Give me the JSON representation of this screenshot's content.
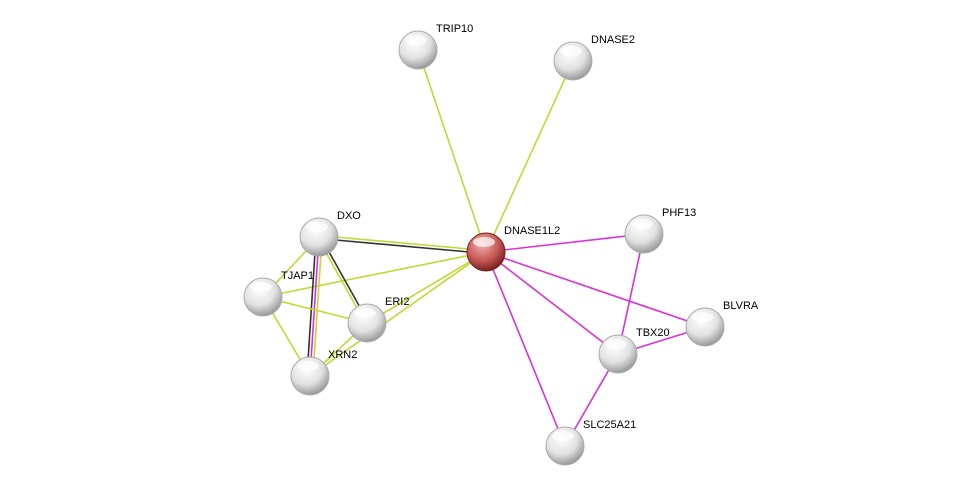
{
  "colors": {
    "textmining": "#c2d831",
    "coexpression": "#333333",
    "experiments": "#d930d9",
    "query_node": "#c0504d",
    "node": "#d8d8d8"
  },
  "nodes": [
    {
      "id": "DNASE1L2",
      "label": "DNASE1L2",
      "query": true
    },
    {
      "id": "TRIP10",
      "label": "TRIP10"
    },
    {
      "id": "DNASE2",
      "label": "DNASE2"
    },
    {
      "id": "DXO",
      "label": "DXO"
    },
    {
      "id": "PHF13",
      "label": "PHF13"
    },
    {
      "id": "TJAP1",
      "label": "TJAP1"
    },
    {
      "id": "ERI2",
      "label": "ERI2"
    },
    {
      "id": "BLVRA",
      "label": "BLVRA"
    },
    {
      "id": "TBX20",
      "label": "TBX20"
    },
    {
      "id": "XRN2",
      "label": "XRN2"
    },
    {
      "id": "SLC25A21",
      "label": "SLC25A21"
    }
  ],
  "edges": [
    {
      "source": "DNASE1L2",
      "target": "TRIP10",
      "types": [
        "textmining"
      ]
    },
    {
      "source": "DNASE1L2",
      "target": "DNASE2",
      "types": [
        "textmining"
      ]
    },
    {
      "source": "DNASE1L2",
      "target": "DXO",
      "types": [
        "coexpression",
        "textmining"
      ]
    },
    {
      "source": "DNASE1L2",
      "target": "TJAP1",
      "types": [
        "textmining"
      ]
    },
    {
      "source": "DNASE1L2",
      "target": "ERI2",
      "types": [
        "textmining"
      ]
    },
    {
      "source": "DNASE1L2",
      "target": "XRN2",
      "types": [
        "textmining"
      ]
    },
    {
      "source": "DNASE1L2",
      "target": "PHF13",
      "types": [
        "experiments"
      ]
    },
    {
      "source": "DNASE1L2",
      "target": "BLVRA",
      "types": [
        "experiments"
      ]
    },
    {
      "source": "DNASE1L2",
      "target": "TBX20",
      "types": [
        "experiments"
      ]
    },
    {
      "source": "DNASE1L2",
      "target": "SLC25A21",
      "types": [
        "experiments"
      ]
    },
    {
      "source": "PHF13",
      "target": "TBX20",
      "types": [
        "experiments"
      ]
    },
    {
      "source": "BLVRA",
      "target": "TBX20",
      "types": [
        "experiments"
      ]
    },
    {
      "source": "TBX20",
      "target": "SLC25A21",
      "types": [
        "experiments"
      ]
    },
    {
      "source": "DXO",
      "target": "XRN2",
      "types": [
        "textmining",
        "experiments",
        "coexpression"
      ]
    },
    {
      "source": "DXO",
      "target": "ERI2",
      "types": [
        "coexpression",
        "textmining"
      ]
    },
    {
      "source": "DXO",
      "target": "TJAP1",
      "types": [
        "textmining"
      ]
    },
    {
      "source": "TJAP1",
      "target": "ERI2",
      "types": [
        "textmining"
      ]
    },
    {
      "source": "TJAP1",
      "target": "XRN2",
      "types": [
        "textmining"
      ]
    },
    {
      "source": "ERI2",
      "target": "XRN2",
      "types": [
        "textmining"
      ]
    }
  ]
}
